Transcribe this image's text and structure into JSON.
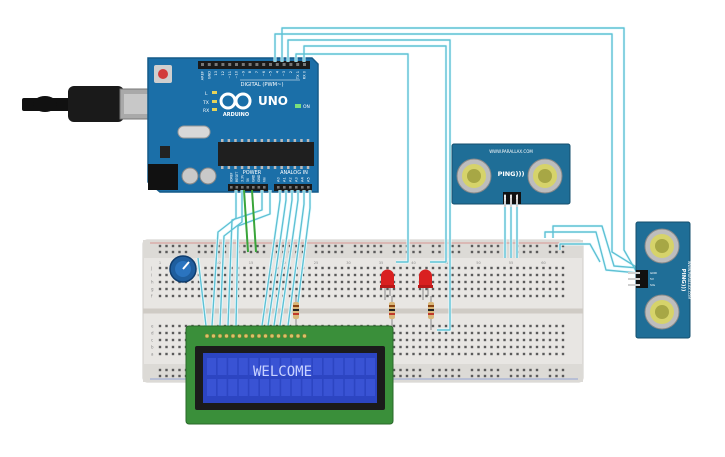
{
  "arduino": {
    "logo_text": "UNO",
    "brand": "ARDUINO",
    "digital_label": "DIGITAL (PWM~)",
    "power_label": "POWER",
    "analog_label": "ANALOG IN",
    "on_label": "ON",
    "tx_label": "TX",
    "rx_label": "RX",
    "l_label": "L",
    "digital_pins": [
      "AREF",
      "GND",
      "13",
      "12",
      "~11",
      "~10",
      "~9",
      "8",
      "7",
      "~6",
      "~5",
      "4",
      "~3",
      "2",
      "TX 1",
      "RX 0"
    ],
    "power_pins": [
      "IOREF",
      "RESET",
      "3.3V",
      "5V",
      "GND",
      "GND",
      "Vin"
    ],
    "analog_pins": [
      "A0",
      "A1",
      "A2",
      "A3",
      "A4",
      "A5"
    ]
  },
  "sensor_1": {
    "brand": "WWW.PARALLAX.COM",
    "model": "PING)))",
    "pins": [
      "GND",
      "5V",
      "SIG"
    ]
  },
  "sensor_2": {
    "brand": "WWW.PARALLAX.COM",
    "model": "PING)))",
    "pins": [
      "GND",
      "5V",
      "SIG"
    ]
  },
  "lcd": {
    "display_text": "WELCOME"
  },
  "breadboard": {
    "row_letters_top": [
      "j",
      "i",
      "h",
      "g",
      "f"
    ],
    "row_letters_bottom": [
      "e",
      "d",
      "c",
      "b",
      "a"
    ],
    "column_numbers": [
      "1",
      "5",
      "10",
      "15",
      "20",
      "25",
      "30",
      "35",
      "40",
      "45",
      "50",
      "55",
      "60"
    ]
  },
  "colors": {
    "arduino_board": "#1b6fa8",
    "breadboard": "#e8e6e3",
    "wire_cyan": "#5fc1d4",
    "wire_green": "#3aa53a",
    "lcd_pcb": "#3a8f3a",
    "lcd_screen": "#2c45c2",
    "led_red": "#d92020",
    "sensor_pcb": "#1f6e97"
  }
}
